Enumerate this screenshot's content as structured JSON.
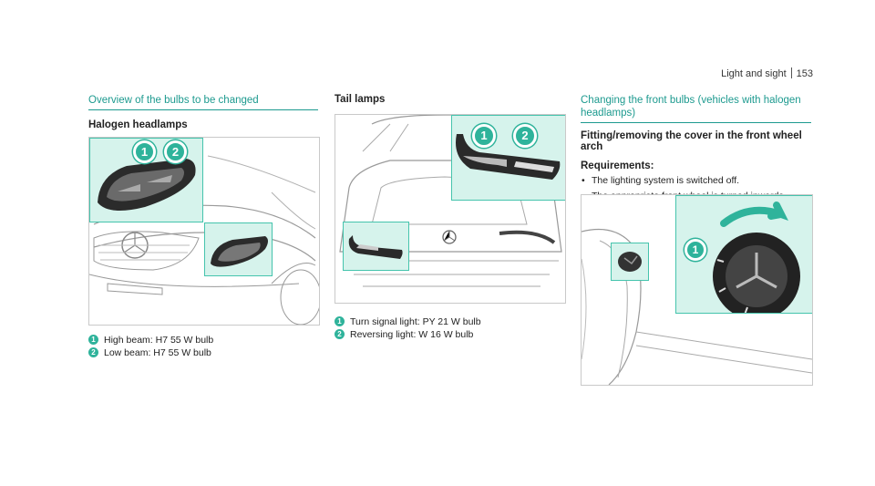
{
  "header": {
    "section": "Light and sight",
    "page": "153"
  },
  "col1": {
    "title": "Overview of the bulbs to be changed",
    "subtitle": "Halogen headlamps",
    "legend": [
      {
        "num": "1",
        "text": "High beam: H7 55 W bulb"
      },
      {
        "num": "2",
        "text": "Low beam: H7 55 W bulb"
      }
    ]
  },
  "col2": {
    "subtitle": "Tail lamps",
    "legend": [
      {
        "num": "1",
        "text": "Turn signal light: PY 21 W bulb"
      },
      {
        "num": "2",
        "text": "Reversing light: W 16 W bulb"
      }
    ]
  },
  "col3": {
    "title_line1": "Changing the front bulbs (vehicles with halogen",
    "title_line2": "headlamps)",
    "subtitle": "Fitting/removing the cover in the front wheel arch",
    "requirements_label": "Requirements:",
    "requirements": [
      "The lighting system is switched off.",
      "The appropriate front wheel is turned inwards."
    ],
    "callout": "1"
  },
  "callouts": {
    "one": "1",
    "two": "2"
  },
  "colors": {
    "accent": "#1d9a8f",
    "highlight_fill": "#d6f3ec",
    "callout": "#2fb39b"
  }
}
